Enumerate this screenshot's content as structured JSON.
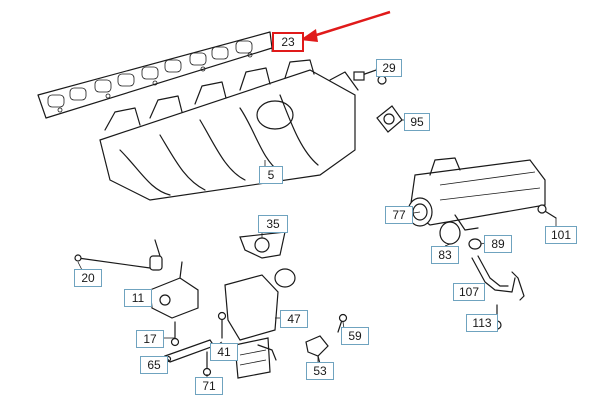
{
  "diagram": {
    "accent_color": "#e01a1a",
    "callout_border_color": "#6fa3bf",
    "highlighted_part": "23",
    "parts": [
      "23",
      "29",
      "95",
      "5",
      "35",
      "77",
      "101",
      "89",
      "83",
      "20",
      "11",
      "107",
      "47",
      "17",
      "113",
      "41",
      "59",
      "65",
      "53",
      "71"
    ]
  }
}
